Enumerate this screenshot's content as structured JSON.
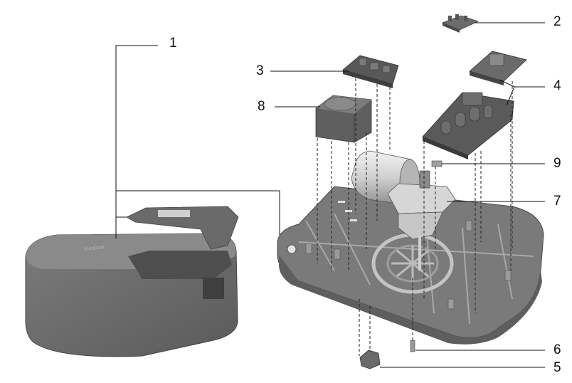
{
  "callouts": {
    "c1": "1",
    "c2": "2",
    "c3": "3",
    "c4": "4",
    "c5": "5",
    "c6": "6",
    "c7": "7",
    "c8": "8",
    "c9": "9"
  },
  "colors": {
    "housing": "#6e6e6e",
    "housing_dark": "#555555",
    "base": "#7a7a7a",
    "base_light": "#a9a9a9",
    "motor": "#d9d9d9",
    "board": "#5c5c5c",
    "line": "#111111"
  }
}
